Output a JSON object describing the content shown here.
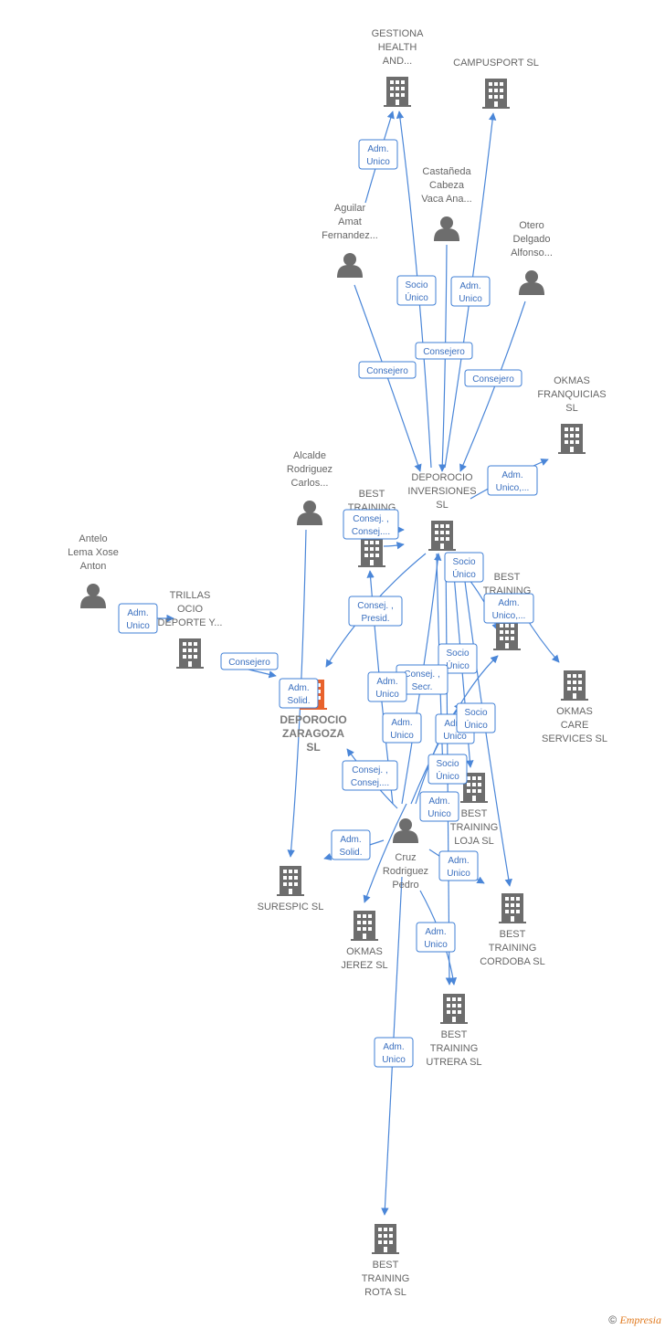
{
  "nodes": [
    {
      "id": "gestiona",
      "type": "company",
      "label": [
        "GESTIONA",
        "HEALTH",
        "AND..."
      ]
    },
    {
      "id": "campusport",
      "type": "company",
      "label": [
        "CAMPUSPORT SL"
      ]
    },
    {
      "id": "castaneda",
      "type": "person",
      "label": [
        "Castañeda",
        "Cabeza",
        "Vaca Ana..."
      ]
    },
    {
      "id": "aguilar",
      "type": "person",
      "label": [
        "Aguilar",
        "Amat",
        "Fernandez..."
      ]
    },
    {
      "id": "otero",
      "type": "person",
      "label": [
        "Otero",
        "Delgado",
        "Alfonso..."
      ]
    },
    {
      "id": "okmas_franq",
      "type": "company",
      "label": [
        "OKMAS",
        "FRANQUICIAS",
        "SL"
      ]
    },
    {
      "id": "deporocio_inv",
      "type": "company",
      "label": [
        "DEPOROCIO",
        "INVERSIONES",
        "SL"
      ]
    },
    {
      "id": "alcalde",
      "type": "person",
      "label": [
        "Alcalde",
        "Rodriguez",
        "Carlos..."
      ]
    },
    {
      "id": "best_training_1",
      "type": "company",
      "label": [
        "BEST",
        "TRAINING",
        "F..."
      ]
    },
    {
      "id": "antelo",
      "type": "person",
      "label": [
        "Antelo",
        "Lema Xose",
        "Anton"
      ]
    },
    {
      "id": "trillas",
      "type": "company",
      "label": [
        "TRILLAS",
        "OCIO",
        "DEPORTE Y..."
      ]
    },
    {
      "id": "best_training_2",
      "type": "company",
      "label": [
        "BEST",
        "TRAINING",
        "SL"
      ]
    },
    {
      "id": "okmas_care",
      "type": "company",
      "label": [
        "OKMAS",
        "CARE",
        "SERVICES SL"
      ]
    },
    {
      "id": "deporocio_zar",
      "type": "company",
      "focus": true,
      "label": [
        "DEPOROCIO",
        "ZARAGOZA",
        "SL"
      ]
    },
    {
      "id": "best_loja",
      "type": "company",
      "label": [
        "BEST",
        "TRAINING",
        "LOJA SL"
      ]
    },
    {
      "id": "surespic",
      "type": "company",
      "label": [
        "SURESPIC SL"
      ]
    },
    {
      "id": "cruz",
      "type": "person",
      "label": [
        "Cruz",
        "Rodriguez",
        "Pedro"
      ]
    },
    {
      "id": "okmas_jerez",
      "type": "company",
      "label": [
        "OKMAS",
        "JEREZ SL"
      ]
    },
    {
      "id": "best_cordoba",
      "type": "company",
      "label": [
        "BEST",
        "TRAINING",
        "CORDOBA SL"
      ]
    },
    {
      "id": "best_utrera",
      "type": "company",
      "label": [
        "BEST",
        "TRAINING",
        "UTRERA SL"
      ]
    },
    {
      "id": "best_rota",
      "type": "company",
      "label": [
        "BEST",
        "TRAINING",
        "ROTA SL"
      ]
    }
  ],
  "edge_labels": [
    [
      "Adm.",
      "Unico"
    ],
    [
      "Socio",
      "Único"
    ],
    [
      "Adm.",
      "Unico"
    ],
    [
      "Consejero"
    ],
    [
      "Consejero"
    ],
    [
      "Consejero"
    ],
    [
      "Adm.",
      "Unico,..."
    ],
    [
      "Consej. ,",
      "Consej...."
    ],
    [
      "Socio",
      "Único"
    ],
    [
      "Adm.",
      "Unico,..."
    ],
    [
      "Consej. ,",
      "Presid."
    ],
    [
      "Adm.",
      "Unico"
    ],
    [
      "Consejero"
    ],
    [
      "Adm.",
      "Solid."
    ],
    [
      "Socio",
      "Único"
    ],
    [
      "Consej. ,",
      "Secr."
    ],
    [
      "Adm.",
      "Unico"
    ],
    [
      "Adm.",
      "Unico"
    ],
    [
      "Adm.",
      "Unico"
    ],
    [
      "Socio",
      "Único"
    ],
    [
      "Socio",
      "Único"
    ],
    [
      "Consej. ,",
      "Consej...."
    ],
    [
      "Adm.",
      "Unico"
    ],
    [
      "Adm.",
      "Solid."
    ],
    [
      "Adm.",
      "Unico"
    ],
    [
      "Adm.",
      "Unico"
    ],
    [
      "Adm.",
      "Unico"
    ]
  ],
  "footer": {
    "copyright": "©",
    "brand": "Empresia"
  },
  "colors": {
    "edge": "#4a86d8",
    "icon": "#6d6d6d",
    "focus": "#e8622c"
  }
}
